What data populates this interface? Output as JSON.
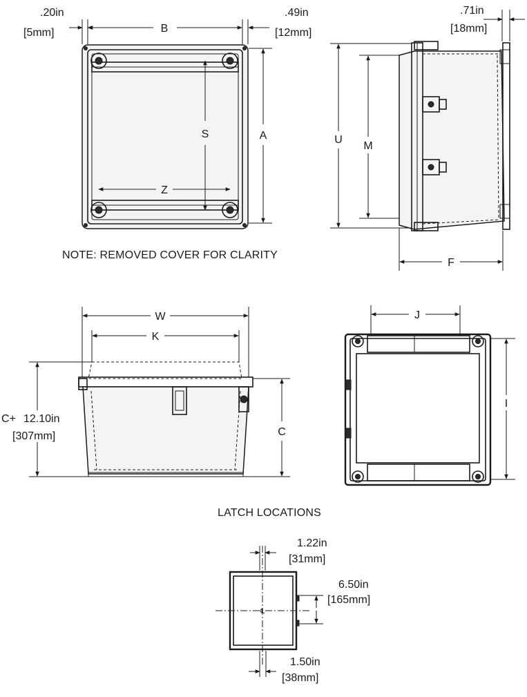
{
  "labels": {
    "dim_b": "B",
    "dim_s": "S",
    "dim_a": "A",
    "dim_z": "Z",
    "dim_u": "U",
    "dim_m": "M",
    "dim_f": "F",
    "dim_w": "W",
    "dim_k": "K",
    "dim_c": "C",
    "dim_j": "J",
    "dim_i": "I",
    "dim_c_plus_prefix": "C+"
  },
  "dims": {
    "top_left_in": ".20in",
    "top_left_mm": "[5mm]",
    "top_right_in": ".49in",
    "top_right_mm": "[12mm]",
    "side_in": ".71in",
    "side_mm": "[18mm]",
    "c_plus_in": "12.10in",
    "c_plus_mm": "[307mm]",
    "latch_a_in": "1.22in",
    "latch_a_mm": "[31mm]",
    "latch_b_in": "6.50in",
    "latch_b_mm": "[165mm]",
    "latch_c_in": "1.50in",
    "latch_c_mm": "[38mm]"
  },
  "notes": {
    "removed_cover": "NOTE: REMOVED COVER FOR CLARITY",
    "latch_locations": "LATCH LOCATIONS"
  }
}
